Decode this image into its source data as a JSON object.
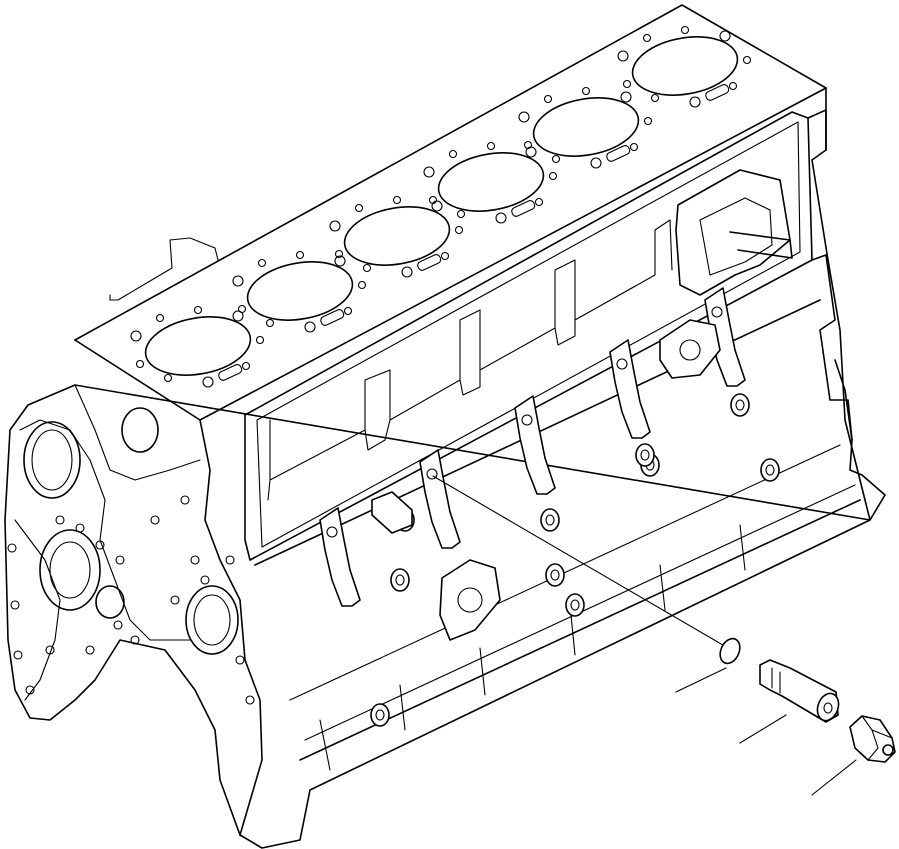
{
  "figure": {
    "kind": "exploded-parts-illustration",
    "subject": "engine-cylinder-block",
    "cylinders": 6,
    "parts": [
      {
        "id": "gasket-washer",
        "icon": "washer-icon"
      },
      {
        "id": "adapter-fitting",
        "icon": "adapter-icon"
      },
      {
        "id": "pressure-switch",
        "icon": "sensor-icon"
      }
    ],
    "line_color": "#000000",
    "background": "#ffffff"
  }
}
